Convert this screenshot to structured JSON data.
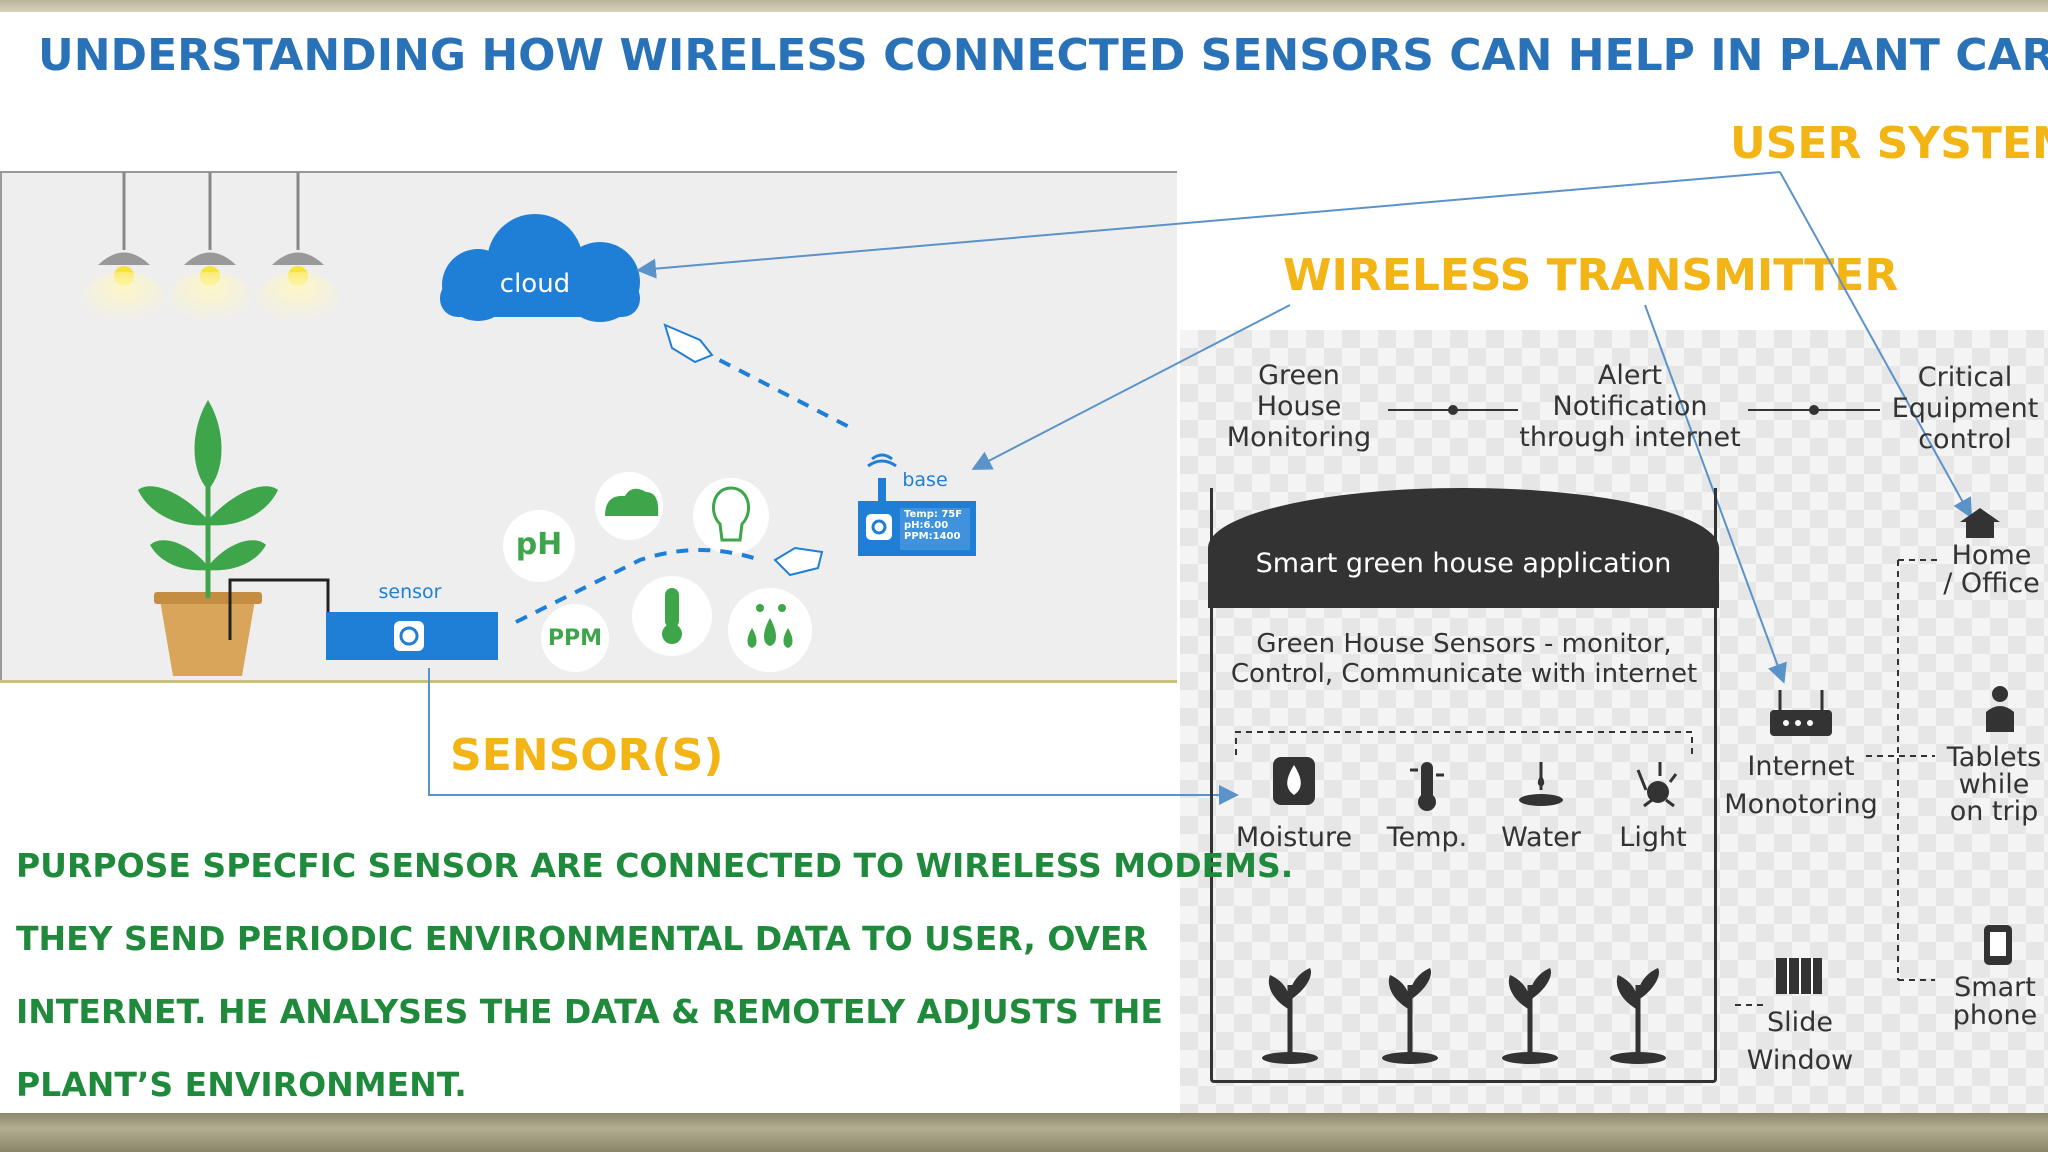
{
  "title": "UNDERSTANDING HOW WIRELESS CONNECTED SENSORS CAN HELP IN PLANT CARE",
  "labels": {
    "user_systems": "USER SYSTEMS",
    "wireless_transmitter": "WIRELESS TRANSMITTER",
    "sensors": "SENSOR(S)"
  },
  "left_diagram": {
    "cloud": "cloud",
    "base": "base",
    "base_screen": [
      "Temp: 75F",
      "pH:6.00",
      "PPM:1400"
    ],
    "sensor": "sensor",
    "ph": "pH",
    "ppm": "PPM"
  },
  "description": [
    "PURPOSE SPECFIC SENSOR ARE CONNECTED TO WIRELESS MODEMS.",
    "THEY SEND PERIODIC ENVIRONMENTAL DATA TO USER, OVER",
    "INTERNET.  HE ANALYSES THE DATA &  REMOTELY ADJUSTS THE",
    "PLANT’S ENVIRONMENT."
  ],
  "features": {
    "green_house": [
      "Green",
      "House",
      "Monitoring"
    ],
    "alert": [
      "Alert",
      "Notification",
      "through internet"
    ],
    "critical": [
      "Critical",
      "Equipment",
      "control"
    ]
  },
  "app": {
    "header": "Smart green house application",
    "subtitle": [
      "Green House Sensors - monitor,",
      "Control, Communicate with internet"
    ],
    "sensors": [
      "Moisture",
      "Temp.",
      "Water",
      "Light"
    ]
  },
  "network": {
    "internet": [
      "Internet",
      "Monotoring"
    ],
    "slide": [
      "Slide",
      "Window"
    ]
  },
  "devices": {
    "home": [
      "Home",
      "/ Office"
    ],
    "tablets": [
      "Tablets",
      "while",
      "on trip"
    ],
    "phone": [
      "Smart",
      "phone"
    ]
  },
  "colors": {
    "title_blue": "#2a72b8",
    "label_yellow": "#f3b516",
    "text_green": "#1f8a3c",
    "device_blue": "#1f7fd6",
    "plant_green": "#3fa54a"
  }
}
